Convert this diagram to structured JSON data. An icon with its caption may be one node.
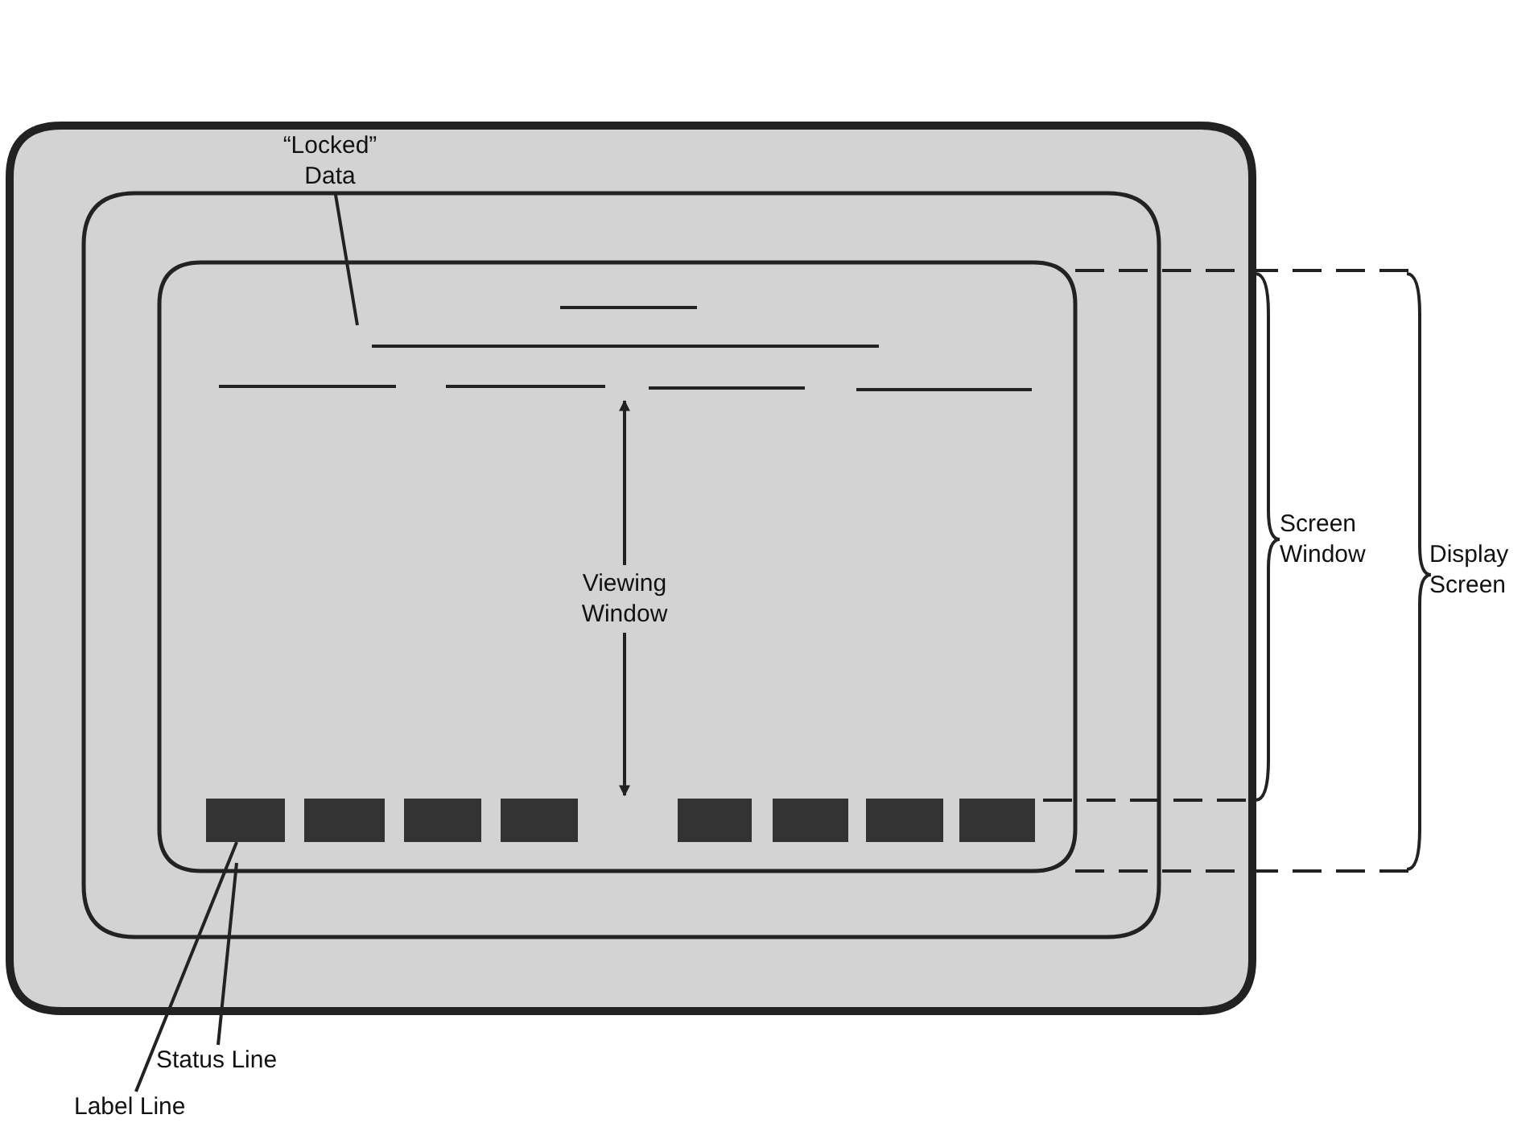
{
  "diagram": {
    "nodes": [
      {
        "text": [
          "“Locked” Data"
        ]
      },
      {
        "text": [
          "Status Line"
        ]
      },
      {
        "text": [
          "Label Line"
        ]
      },
      {
        "text": [],
        "shape": "bar"
      },
      {
        "text": [],
        "shape": "bar"
      },
      {
        "text": [],
        "shape": "bar"
      },
      {
        "text": [],
        "shape": "bar"
      },
      {
        "text": [],
        "shape": "bar"
      },
      {
        "text": [],
        "shape": "bar"
      },
      {
        "text": [],
        "shape": "bar"
      },
      {
        "text": [],
        "shape": "bar"
      }
    ],
    "edges": [
      {
        "from": 0,
        "to": null,
        "arrow": "none"
      },
      {
        "from": 1,
        "to": null,
        "arrow": "none"
      },
      {
        "from": 2,
        "to": 3,
        "arrow": "none"
      }
    ],
    "labels": [
      "Viewing Window",
      "Screen Window",
      "Display Screen"
    ]
  }
}
